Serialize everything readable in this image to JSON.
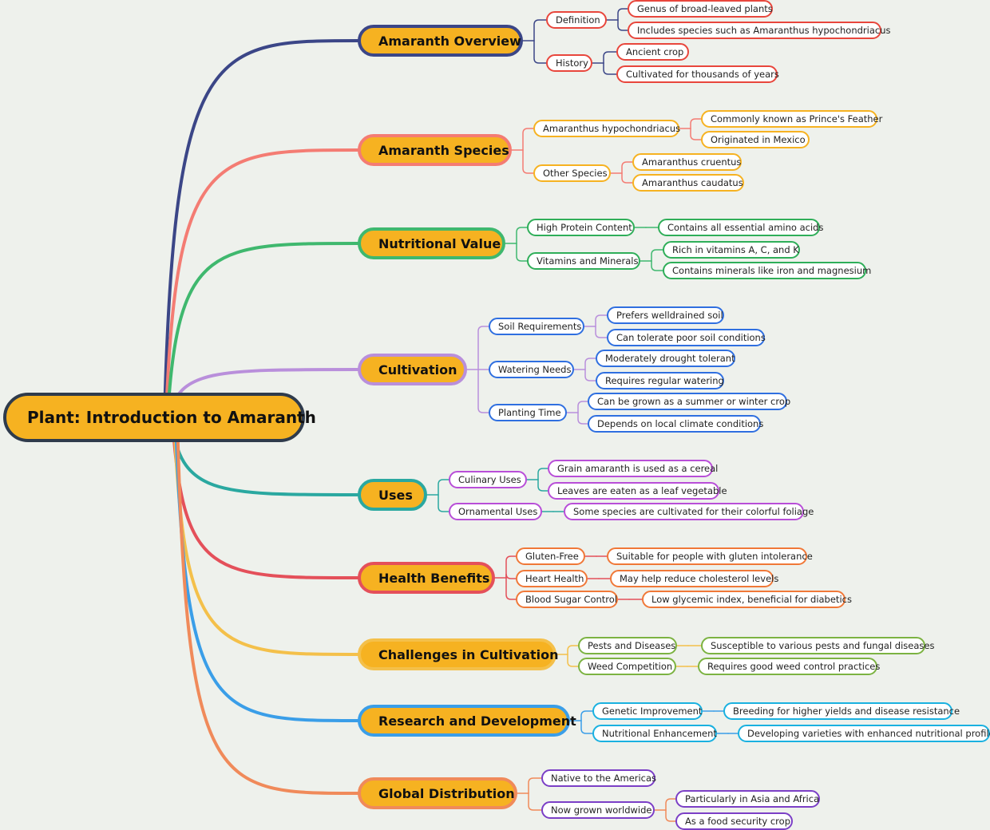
{
  "root": {
    "label": "Plant: Introduction to Amaranth",
    "border_color": "#2f3b4c"
  },
  "branches": [
    {
      "label": "Amaranth Overview",
      "color": "#3b4687",
      "child_color": "#e8463c",
      "children": [
        {
          "label": "Definition",
          "children": [
            "Genus of broad-leaved plants",
            "Includes species such as Amaranthus hypochondriacus"
          ]
        },
        {
          "label": "History",
          "children": [
            "Ancient crop",
            "Cultivated for thousands of years"
          ]
        }
      ]
    },
    {
      "label": "Amaranth Species",
      "color": "#f47c73",
      "child_color": "#f6b221",
      "children": [
        {
          "label": "Amaranthus hypochondriacus",
          "children": [
            "Commonly known as Prince's Feather",
            "Originated in Mexico"
          ]
        },
        {
          "label": "Other Species",
          "children": [
            "Amaranthus cruentus",
            "Amaranthus caudatus"
          ]
        }
      ]
    },
    {
      "label": "Nutritional Value",
      "color": "#3fb86e",
      "child_color": "#2fae59",
      "children": [
        {
          "label": "High Protein Content",
          "children": [
            "Contains all essential amino acids"
          ]
        },
        {
          "label": "Vitamins and Minerals",
          "children": [
            "Rich in vitamins A, C, and K",
            "Contains minerals like iron and magnesium"
          ]
        }
      ]
    },
    {
      "label": "Cultivation",
      "color": "#b98fdb",
      "child_color": "#2f6fe0",
      "children": [
        {
          "label": "Soil Requirements",
          "children": [
            "Prefers welldrained soil",
            "Can tolerate poor soil conditions"
          ]
        },
        {
          "label": "Watering Needs",
          "children": [
            "Moderately drought tolerant",
            "Requires regular watering"
          ]
        },
        {
          "label": "Planting Time",
          "children": [
            "Can be grown as a summer or winter crop",
            "Depends on local climate conditions"
          ]
        }
      ]
    },
    {
      "label": "Uses",
      "color": "#2aa8a0",
      "child_color": "#b84ed8",
      "children": [
        {
          "label": "Culinary Uses",
          "children": [
            "Grain amaranth is used as a cereal",
            "Leaves are eaten as a leaf vegetable"
          ]
        },
        {
          "label": "Ornamental Uses",
          "children": [
            "Some species are cultivated for their colorful foliage"
          ]
        }
      ]
    },
    {
      "label": "Health Benefits",
      "color": "#e4505a",
      "child_color": "#f07838",
      "children": [
        {
          "label": "Gluten-Free",
          "children": [
            "Suitable for people with gluten intolerance"
          ]
        },
        {
          "label": "Heart Health",
          "children": [
            "May help reduce cholesterol levels"
          ]
        },
        {
          "label": "Blood Sugar Control",
          "children": [
            "Low glycemic index, beneficial for diabetics"
          ]
        }
      ]
    },
    {
      "label": "Challenges in Cultivation",
      "color": "#f4c04a",
      "child_color": "#7cb342",
      "children": [
        {
          "label": "Pests and Diseases",
          "children": [
            "Susceptible to various pests and fungal diseases"
          ]
        },
        {
          "label": "Weed Competition",
          "children": [
            "Requires good weed control practices"
          ]
        }
      ]
    },
    {
      "label": "Research and Development",
      "color": "#3a9ee8",
      "child_color": "#1ab1e0",
      "children": [
        {
          "label": "Genetic Improvement",
          "children": [
            "Breeding for higher yields and disease resistance"
          ]
        },
        {
          "label": "Nutritional Enhancement",
          "children": [
            "Developing varieties with enhanced nutritional profiles"
          ]
        }
      ]
    },
    {
      "label": "Global Distribution",
      "color": "#f08a5a",
      "child_color": "#7b3fc6",
      "children": [
        {
          "label": "Native to the Americas",
          "children": []
        },
        {
          "label": "Now grown worldwide",
          "children": [
            "Particularly in Asia and Africa",
            "As a food security crop"
          ]
        }
      ]
    }
  ]
}
